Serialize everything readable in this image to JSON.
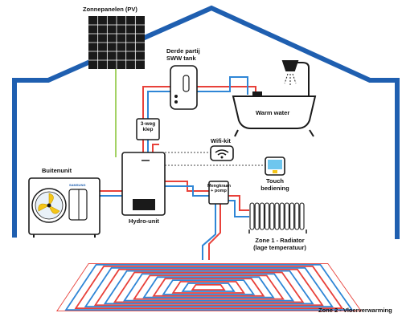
{
  "labels": {
    "pv": "Zonnepanelen (PV)",
    "tank_line1": "Derde partij",
    "tank_line2": "SWW tank",
    "warm_water": "Warm water",
    "valve_line1": "3-weg",
    "valve_line2": "klep",
    "wifi": "Wifi-kit",
    "touch_line1": "Touch",
    "touch_line2": "bediening",
    "outdoor": "Buitenunit",
    "mixing_line1": "Mengkraan",
    "mixing_line2": "+ pomp",
    "hydro": "Hydro-unit",
    "zone1_line1": "Zone 1 - Radiator",
    "zone1_line2": "(lage temperatuur)",
    "zone2": "Zone 2 - Vloerverwarming",
    "brand": "SAMSUNG"
  },
  "colors": {
    "house": "#1f5fb0",
    "hot_pipe": "#e8413a",
    "cold_pipe": "#2f86d6",
    "pv_cable": "#8dc63f",
    "data_line": "#444444",
    "touch_screen": "#6ec6ee",
    "touch_button": "#f5c518",
    "panel": "#1a1a1a"
  },
  "icons": [
    "solar-panel-icon",
    "water-tank-icon",
    "bathtub-icon",
    "shower-icon",
    "three-way-valve-icon",
    "wifi-icon",
    "thermostat-icon",
    "outdoor-unit-icon",
    "fan-icon",
    "hydro-unit-icon",
    "mixing-valve-icon",
    "radiator-icon",
    "floor-heating-icon"
  ]
}
